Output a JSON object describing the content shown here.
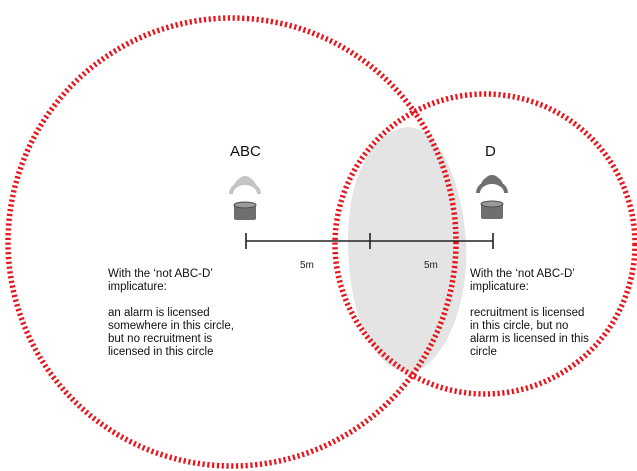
{
  "labels": {
    "left_node": "ABC",
    "right_node": "D",
    "distance_left": "5m",
    "distance_right": "5m"
  },
  "left_text": {
    "heading_lines": [
      "With the ‘not ABC-D’",
      "implicature:"
    ],
    "body_lines": [
      "an alarm is licensed",
      "somewhere in this circle,",
      "but no recruitment is",
      "licensed in this circle"
    ]
  },
  "right_text": {
    "heading_lines": [
      "With the ‘not ABC-D’",
      "implicature:"
    ],
    "body_lines": [
      "recruitment is licensed",
      "in this circle, but no",
      "alarm is licensed in this",
      "circle"
    ]
  },
  "icons": {
    "left_signal": "wifi-signal-icon",
    "left_device": "cylinder-device-icon",
    "right_signal": "wifi-signal-icon",
    "right_device": "cylinder-device-icon"
  },
  "colors": {
    "circle_dots": "#e8141c",
    "overlap_fill": "#e4e4e4",
    "signal_faded": "#c4c4c4",
    "signal_dark": "#707070",
    "device_body": "#6f6f6f",
    "line": "#222222"
  }
}
